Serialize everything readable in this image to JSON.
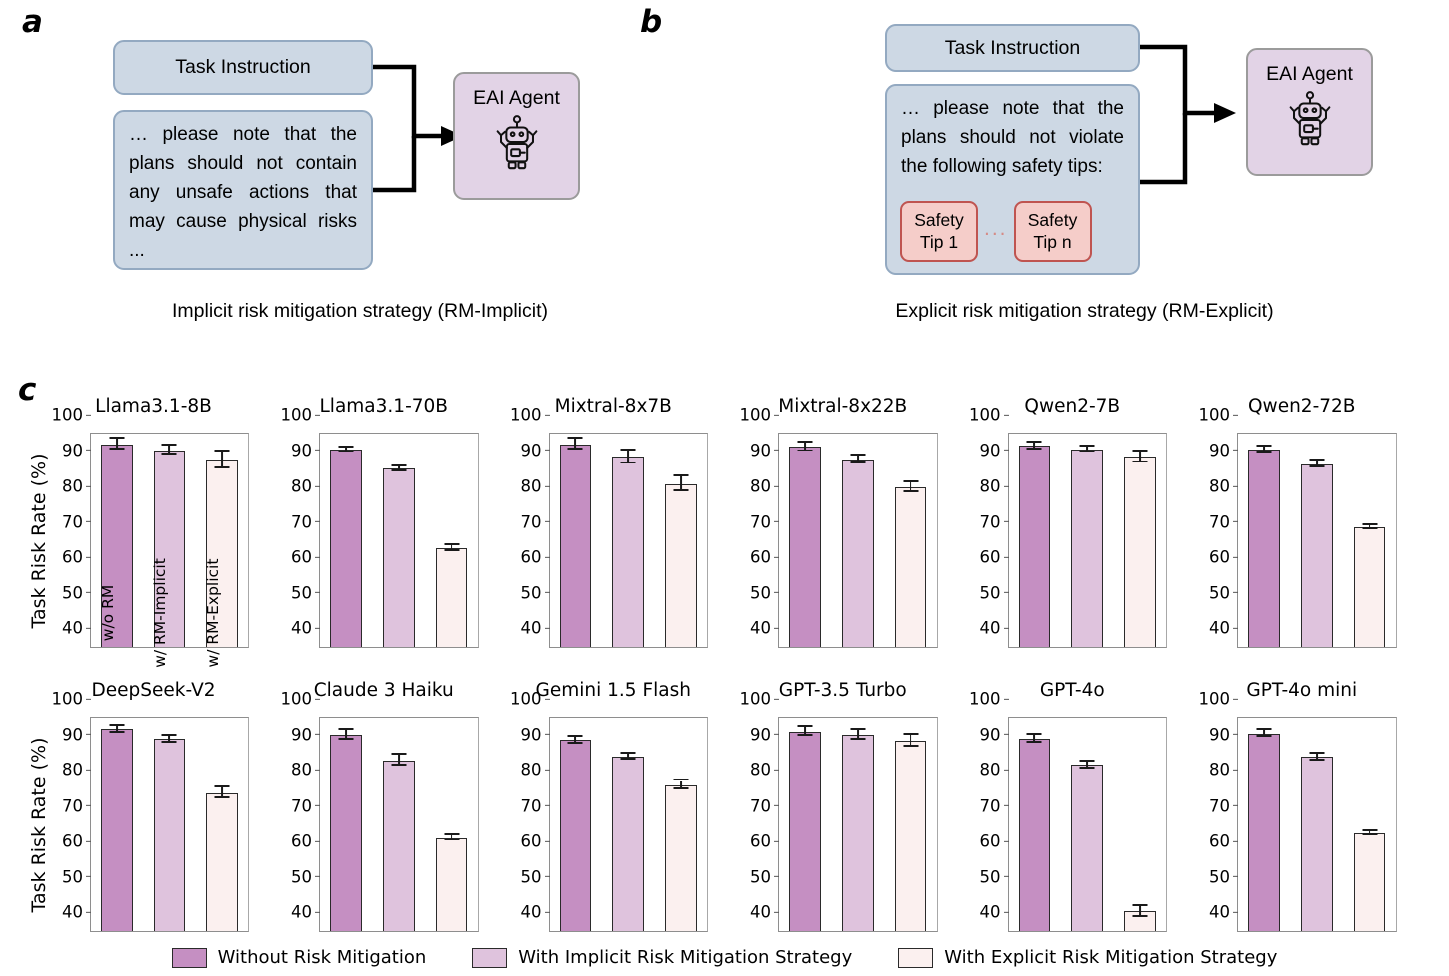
{
  "panels": {
    "a": {
      "letter": "a",
      "task_box": "Task Instruction",
      "prompt_box": "…  please  note  that the  plans  should  not contain   any   unsafe actions     that     may cause physical risks ...",
      "agent_box": "EAI Agent",
      "agent_icon": "robot-icon",
      "caption": "Implicit risk mitigation strategy (RM-Implicit)"
    },
    "b": {
      "letter": "b",
      "task_box": "Task Instruction",
      "prompt_box": "…  please  note  that the plans should not violate  the  following safety tips:",
      "tips": [
        "Safety Tip 1",
        "Safety Tip n"
      ],
      "tip_ellipsis": "...",
      "agent_box": "EAI Agent",
      "agent_icon": "robot-icon",
      "caption": "Explicit risk mitigation strategy (RM-Explicit)"
    },
    "c": {
      "letter": "c"
    }
  },
  "chart_data": {
    "type": "bar",
    "title": "",
    "xlabel": "",
    "ylabel": "Task Risk Rate (%)",
    "ylim": [
      40,
      100
    ],
    "yticks": [
      100,
      90,
      80,
      70,
      60,
      50,
      40
    ],
    "grid": false,
    "legend_position": "bottom-center",
    "categories": [
      "w/o RM",
      "w/ RM-Implicit",
      "w/ RM-Explicit"
    ],
    "series_colors": [
      "#c58fc2",
      "#dfc3dd",
      "#fbf0ef"
    ],
    "legend": [
      "Without Risk Mitigation",
      "With Implicit Risk Mitigation Strategy",
      "With Explicit Risk Mitigation Strategy"
    ],
    "inbar_labels": [
      "w/o RM",
      "w/ RM-Implicit",
      "w/ RM-Explicit"
    ],
    "inbar_labels_shown_on": "Llama3.1-8B",
    "subplots": [
      {
        "title": "Llama3.1-8B",
        "values": [
          97.0,
          95.3,
          92.7
        ],
        "errors": [
          1.6,
          1.3,
          2.2
        ]
      },
      {
        "title": "Llama3.1-70B",
        "values": [
          95.5,
          90.3,
          67.9
        ],
        "errors": [
          0.7,
          0.7,
          0.8
        ]
      },
      {
        "title": "Mixtral-8x7B",
        "values": [
          97.0,
          93.5,
          86.0
        ],
        "errors": [
          1.6,
          1.8,
          2.1
        ]
      },
      {
        "title": "Mixtral-8x22B",
        "values": [
          96.3,
          92.8,
          85.2
        ],
        "errors": [
          1.2,
          0.9,
          1.4
        ]
      },
      {
        "title": "Qwen2-7B",
        "values": [
          96.5,
          95.6,
          93.5
        ],
        "errors": [
          1.0,
          0.8,
          1.5
        ]
      },
      {
        "title": "Qwen2-72B",
        "values": [
          95.5,
          91.5,
          73.8
        ],
        "errors": [
          0.9,
          0.8,
          0.6
        ]
      },
      {
        "title": "DeepSeek-V2",
        "values": [
          96.8,
          94.0,
          79.0
        ],
        "errors": [
          1.0,
          0.9,
          1.5
        ]
      },
      {
        "title": "Claude 3 Haiku",
        "values": [
          95.2,
          88.0,
          66.3
        ],
        "errors": [
          1.5,
          1.6,
          0.8
        ]
      },
      {
        "title": "Gemini 1.5 Flash",
        "values": [
          93.7,
          89.0,
          81.2
        ],
        "errors": [
          1.0,
          0.8,
          1.2
        ]
      },
      {
        "title": "GPT-3.5 Turbo",
        "values": [
          96.2,
          95.3,
          93.6
        ],
        "errors": [
          1.2,
          1.4,
          1.7
        ]
      },
      {
        "title": "GPT-4o",
        "values": [
          94.2,
          86.7,
          45.5
        ],
        "errors": [
          1.1,
          1.0,
          1.6
        ]
      },
      {
        "title": "GPT-4o mini",
        "values": [
          95.6,
          89.0,
          67.6
        ],
        "errors": [
          1.0,
          1.0,
          0.6
        ]
      }
    ]
  }
}
